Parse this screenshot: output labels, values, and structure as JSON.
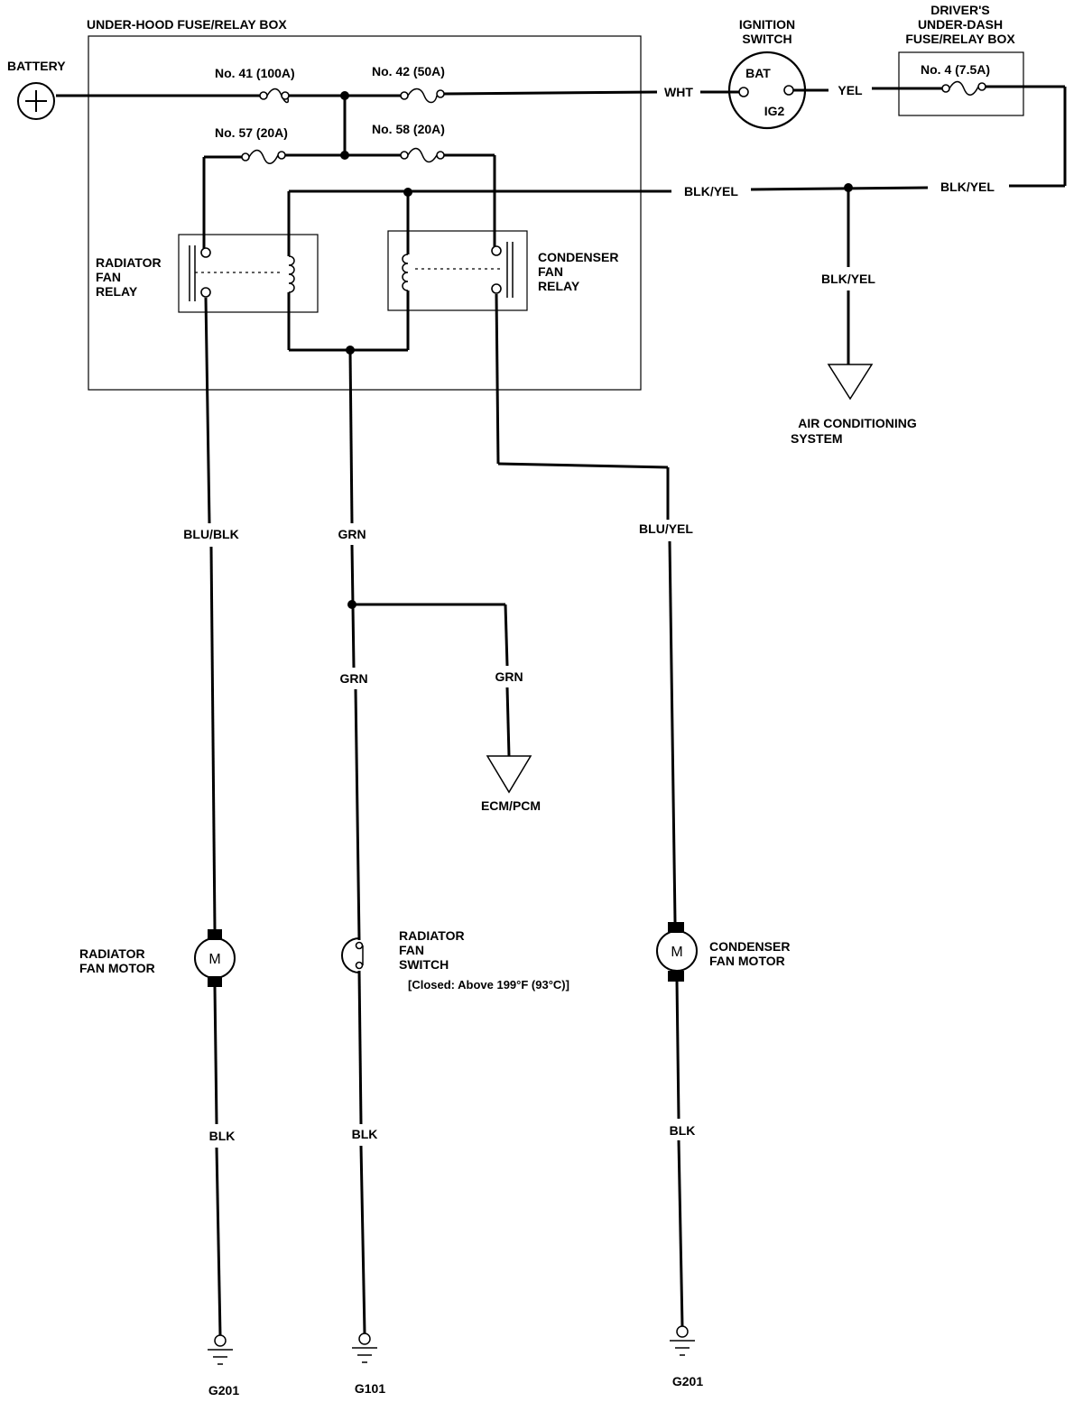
{
  "labels": {
    "under_hood_box": "UNDER-HOOD FUSE/RELAY BOX",
    "battery": "BATTERY",
    "fuse_41": "No. 41 (100A)",
    "fuse_42": "No. 42 (50A)",
    "fuse_57": "No. 57 (20A)",
    "fuse_58": "No. 58 (20A)",
    "ignition_switch_line1": "IGNITION",
    "ignition_switch_line2": "SWITCH",
    "ign_bat": "BAT",
    "ign_ig2": "IG2",
    "under_dash_line1": "DRIVER'S",
    "under_dash_line2": "UNDER-DASH",
    "under_dash_line3": "FUSE/RELAY BOX",
    "fuse_4": "No. 4 (7.5A)",
    "wire_wht": "WHT",
    "wire_yel": "YEL",
    "wire_blk_yel_1": "BLK/YEL",
    "wire_blk_yel_2": "BLK/YEL",
    "wire_blk_yel_3": "BLK/YEL",
    "radiator_relay_line1": "RADIATOR",
    "radiator_relay_line2": "FAN",
    "radiator_relay_line3": "RELAY",
    "condenser_relay_line1": "CONDENSER",
    "condenser_relay_line2": "FAN",
    "condenser_relay_line3": "RELAY",
    "ac_system_line1": "AIR CONDITIONING",
    "ac_system_line2": "SYSTEM",
    "wire_blu_blk": "BLU/BLK",
    "wire_grn_1": "GRN",
    "wire_grn_2": "GRN",
    "wire_grn_3": "GRN",
    "wire_blu_yel": "BLU/YEL",
    "ecm_pcm": "ECM/PCM",
    "radiator_motor_line1": "RADIATOR",
    "radiator_motor_line2": "FAN MOTOR",
    "motor_symbol_1": "M",
    "motor_symbol_2": "M",
    "fan_switch_line1": "RADIATOR",
    "fan_switch_line2": "FAN",
    "fan_switch_line3": "SWITCH",
    "fan_switch_note": "[Closed: Above 199°F (93°C)]",
    "condenser_motor_line1": "CONDENSER",
    "condenser_motor_line2": "FAN MOTOR",
    "wire_blk_1": "BLK",
    "wire_blk_2": "BLK",
    "wire_blk_3": "BLK",
    "ground_1": "G201",
    "ground_2": "G101",
    "ground_3": "G201"
  }
}
